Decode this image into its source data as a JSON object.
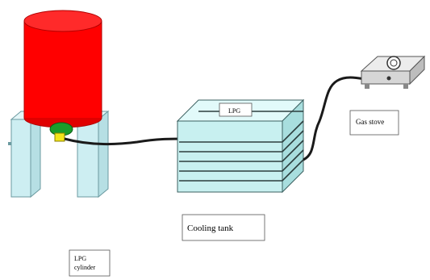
{
  "labels": {
    "lpg_cylinder_line1": "LPG",
    "lpg_cylinder_line2": "cylinder",
    "cooling_tank": "Cooling tank",
    "gas_stove": "Gas stove",
    "tank_tag": "LPG"
  },
  "colors": {
    "cylinder_red": "#ff0000",
    "cylinder_edge": "#b00000",
    "support_fill": "#cdeef2",
    "support_edge": "#6b9aa0",
    "valve_green": "#1a9c2a",
    "valve_yellow": "#f2e51a",
    "tank_fill": "#c8f0f0",
    "coil": "#2c3e3e",
    "pipe": "#1a1a1a",
    "stove_body": "#d6d6d6"
  }
}
